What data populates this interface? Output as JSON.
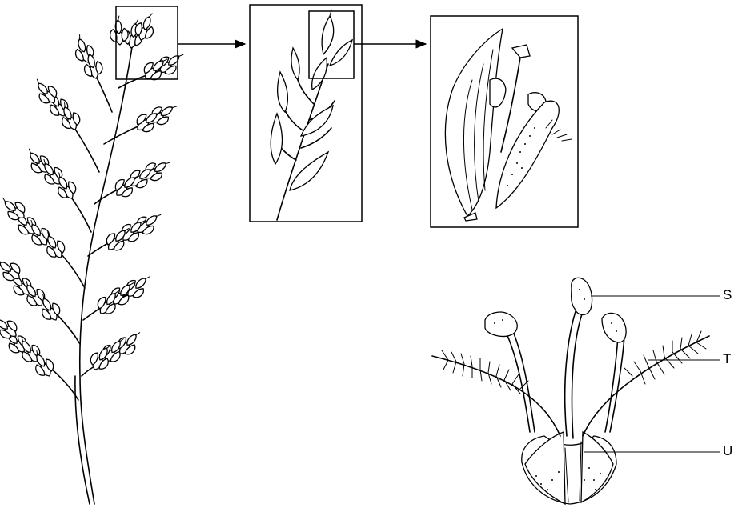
{
  "labels": {
    "s": "S",
    "t": "T",
    "u": "U"
  },
  "colors": {
    "ink": "#000000",
    "background": "#ffffff"
  }
}
